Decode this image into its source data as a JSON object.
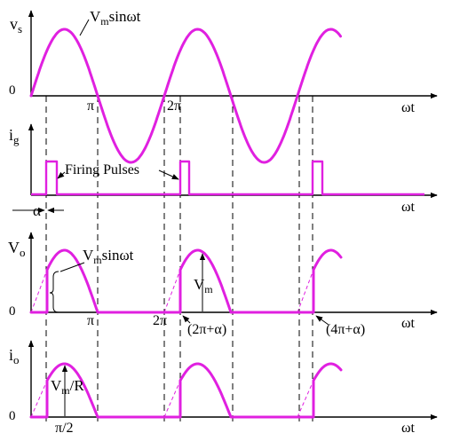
{
  "colors": {
    "waveform": "#e020e0",
    "axis": "#000000",
    "background": "#ffffff"
  },
  "panels": {
    "supply": {
      "y_label_main": "v",
      "y_label_sub": "s",
      "zero": "0",
      "x_label": "ωt",
      "curve_label_main": "V",
      "curve_label_sub": "m",
      "curve_label_rest": "sinωt",
      "tick_pi": "π",
      "tick_2pi": "2π"
    },
    "gate": {
      "y_label_main": "i",
      "y_label_sub": "g",
      "x_label": "ωt",
      "annotation": "Firing Pulses",
      "alpha": "α"
    },
    "output_voltage": {
      "y_label_main": "V",
      "y_label_sub": "o",
      "zero": "0",
      "x_label": "ωt",
      "curve_label_main": "V",
      "curve_label_sub": "m",
      "curve_label_rest": "sinωt",
      "peak_label_main": "V",
      "peak_label_sub": "m",
      "tick_pi": "π",
      "tick_2pi": "2π",
      "tick_2pi_alpha": "(2π+α)",
      "tick_4pi_alpha": "(4π+α)"
    },
    "output_current": {
      "y_label_main": "i",
      "y_label_sub": "o",
      "zero": "0",
      "x_label": "ωt",
      "peak_label_main": "V",
      "peak_label_sub": "m",
      "peak_label_rest": "/R",
      "tick_pi_2": "π/2"
    }
  }
}
